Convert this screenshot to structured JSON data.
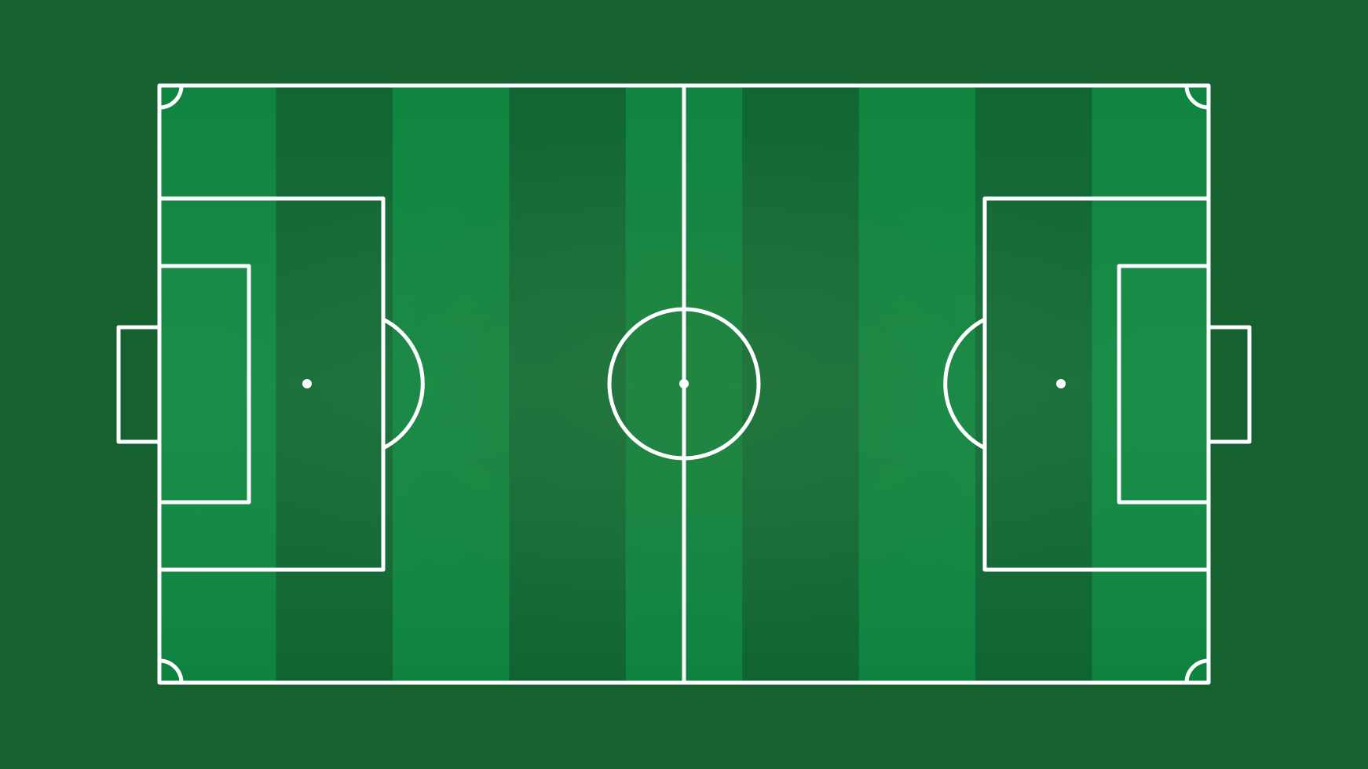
{
  "colors": {
    "background": "#176030",
    "stripe_light": "#0f8a42",
    "stripe_dark": "#116a35",
    "line": "#ffffff",
    "center_glow": "#2a7a3c"
  },
  "pitch": {
    "stripe_count": 9,
    "stripe_pattern": [
      "light",
      "dark",
      "light",
      "dark",
      "light",
      "dark",
      "light",
      "dark",
      "light"
    ],
    "markings": [
      "touchlines",
      "goal-lines",
      "halfway-line",
      "center-circle",
      "center-spot",
      "left-penalty-area",
      "left-goal-area",
      "left-penalty-spot",
      "left-penalty-arc",
      "left-goal",
      "right-penalty-area",
      "right-goal-area",
      "right-penalty-spot",
      "right-penalty-arc",
      "right-goal",
      "corner-arcs"
    ]
  }
}
